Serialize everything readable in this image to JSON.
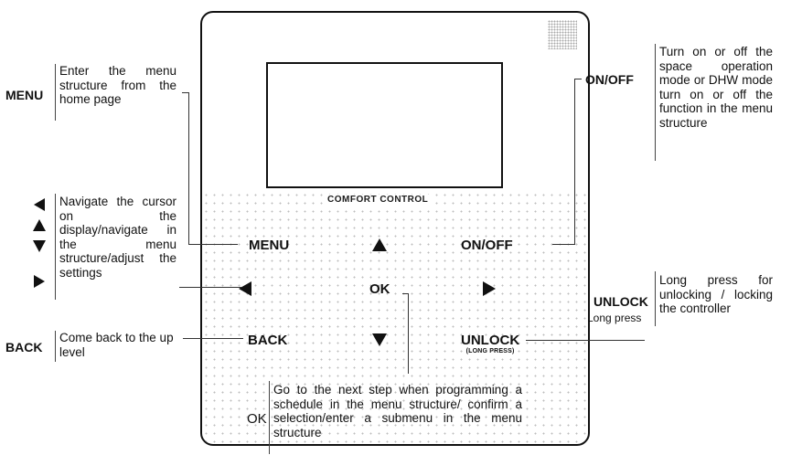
{
  "controller": {
    "brand_label": "COMFORT CONTROL",
    "buttons": {
      "menu": "MENU",
      "on_off": "ON/OFF",
      "ok": "OK",
      "back": "BACK",
      "unlock": "UNLOCK",
      "unlock_sub": "(LONG PRESS)"
    },
    "arrow_icons": [
      "up-arrow-icon",
      "left-arrow-icon",
      "right-arrow-icon",
      "down-arrow-icon"
    ]
  },
  "annotations": {
    "menu": {
      "key": "MENU",
      "text": "Enter the menu structure from the home page"
    },
    "arrows": {
      "text": "Navigate the cursor on the display/navigate in the menu structure/adjust the settings"
    },
    "back": {
      "key": "BACK",
      "text": "Come back to the up level"
    },
    "on_off": {
      "key": "ON/OFF",
      "text": "Turn on or off the space operation mode or DHW mode turn on or off the function in the menu structure"
    },
    "unlock": {
      "key": "UNLOCK",
      "sublabel": "Long press",
      "text": "Long press for unlocking / locking the controller"
    },
    "ok": {
      "key": "OK",
      "text": "Go to the next step when programming a schedule in the menu structure/ confirm a selection/enter a submenu in the menu structure"
    }
  },
  "colors": {
    "outline": "#111111",
    "dots": "#bdbdbd"
  }
}
